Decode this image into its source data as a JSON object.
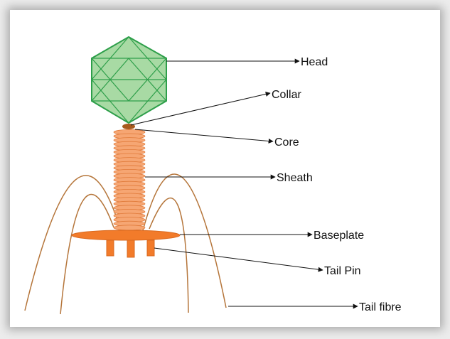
{
  "labels": {
    "head": "Head",
    "collar": "Collar",
    "core": "Core",
    "sheath": "Sheath",
    "baseplate": "Baseplate",
    "tail_pin": "Tail Pin",
    "tail_fibre": "Tail fibre"
  },
  "colors": {
    "head_fill": "#9ed69a",
    "head_stroke": "#2e9f4a",
    "sheath_fill": "#f6a673",
    "sheath_stroke": "#e07a3a",
    "baseplate": "#f27b2a",
    "collar": "#a85a1e",
    "fibre": "#b5753a",
    "arrow": "#111111"
  }
}
